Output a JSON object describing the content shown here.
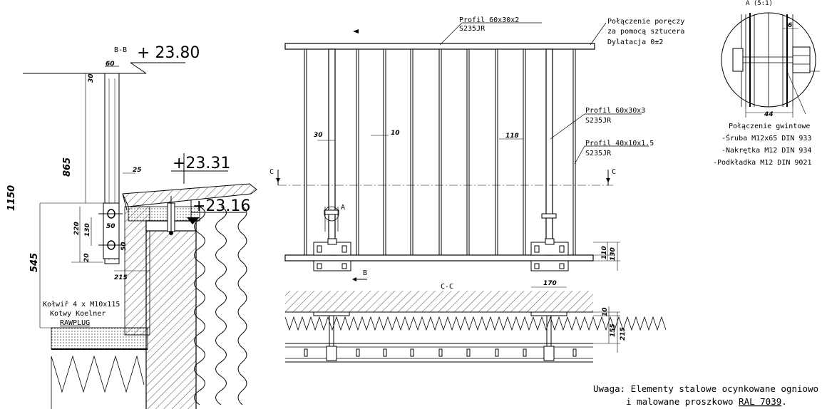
{
  "left_detail": {
    "section_label": "B-B",
    "elevation_top": "+ 23.80",
    "elevation_mid": "+23.31",
    "elevation_low": "+23.16",
    "dims": {
      "d60": "60",
      "d30": "30",
      "d865": "865",
      "d25": "25",
      "d1150": "1150",
      "d220": "220",
      "d130": "130",
      "d50a": "50",
      "d50b": "50",
      "d20": "20",
      "d545": "545",
      "d215": "215"
    },
    "anchor_note": [
      "Kołwiř 4 x M10x115",
      "Kotwy Koelner",
      "RAWPLUG"
    ]
  },
  "elevation": {
    "top_label": [
      "Profil 60x30x2",
      "S235JR"
    ],
    "connection_label": [
      "Połączenie poręczy",
      "za pomocą sztucera",
      "Dylatacja 0±2"
    ],
    "post_label": [
      "Profil 60x30x3",
      "S235JR"
    ],
    "bar_label": [
      "Profil 40x10x1.5",
      "S235JR"
    ],
    "dims": {
      "d30": "30",
      "d10": "10",
      "d118": "118",
      "d110": "110",
      "d130": "130"
    },
    "section_c": "C",
    "section_b": "B",
    "detail_a": "A"
  },
  "plan_cc": {
    "label": "C-C",
    "dims": {
      "d170": "170",
      "d10": "10",
      "d155": "155",
      "d215": "215"
    }
  },
  "detail_a": {
    "title": "A (5:1)",
    "dims": {
      "d6": "6",
      "d44": "44"
    },
    "thread_label": [
      "Połączenie gwintowe",
      "-Śruba M12x65 DIN 933",
      "-Nakrętka M12 DIN 934",
      "-Podkładka M12 DIN 9021"
    ]
  },
  "note": {
    "line1": "Uwaga: Elementy stalowe ocynkowane ogniowo",
    "line2_prefix": "i malowane proszkowo ",
    "line2_ral": "RAL 7039",
    "line2_suffix": "."
  }
}
